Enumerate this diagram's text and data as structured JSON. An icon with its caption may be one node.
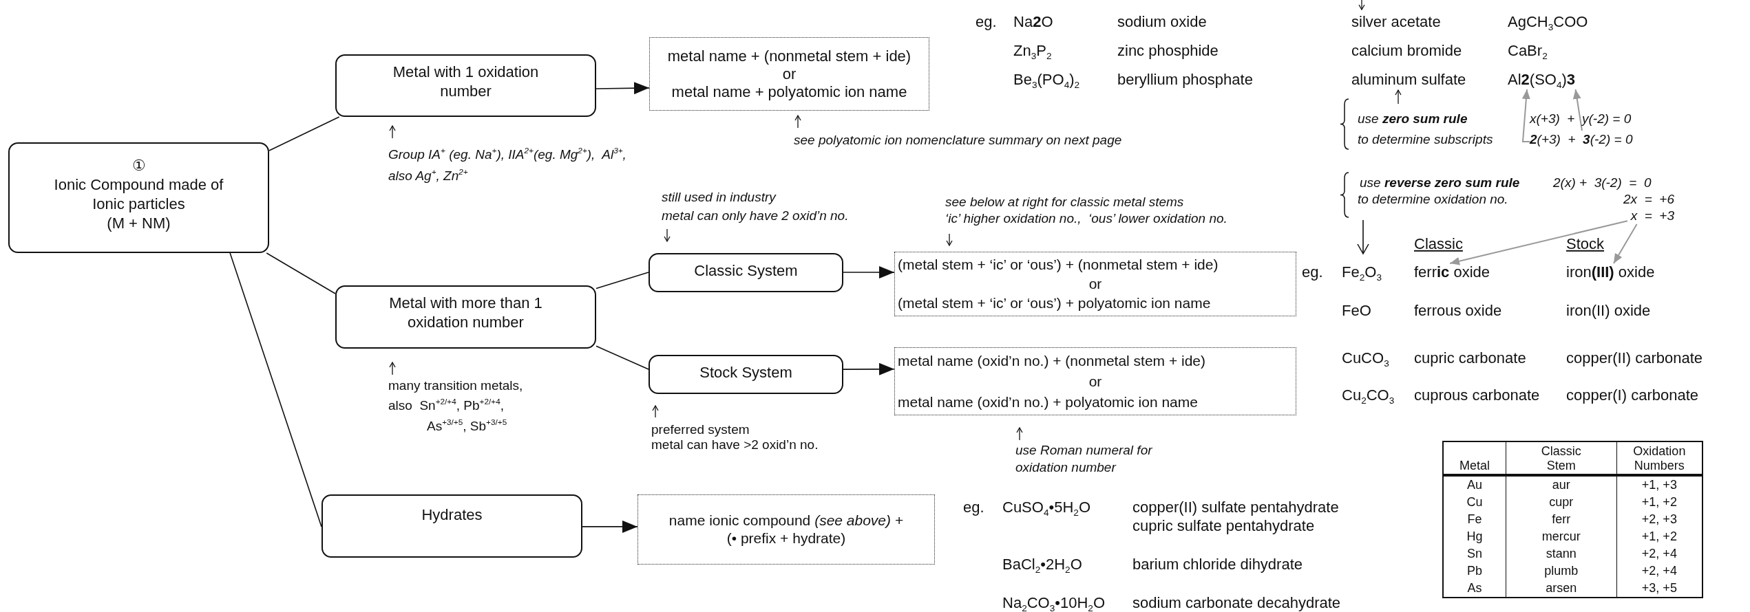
{
  "diagram": {
    "nodes": [
      {
        "text": [
          "①",
          "Ionic Compound made of Ionic particles",
          "(M + NM)"
        ]
      },
      {
        "text": [
          "Metal with 1 oxidation number"
        ]
      },
      {
        "text": [
          "metal name + (nonmetal stem + ide)",
          "or",
          "metal name + polyatomic ion name"
        ]
      },
      {
        "text": [
          "Metal with more than 1 oxidation number"
        ]
      },
      {
        "text": [
          "Classic System"
        ]
      },
      {
        "text": [
          "Stock System"
        ]
      },
      {
        "text": [
          "(metal stem + ‘ic’ or ‘ous’) + (nonmetal stem + ide)",
          "or",
          "(metal stem + ‘ic’ or ‘ous’) + polyatomic ion name"
        ]
      },
      {
        "text": [
          "metal name (oxid’n no.) + (nonmetal stem + ide)",
          "or",
          "metal name (oxid’n no.) + polyatomic ion name"
        ]
      },
      {
        "text": [
          "Hydrates"
        ]
      },
      {
        "text": [
          "name ionic compound *(see above)* +",
          "(• prefix + hydrate)"
        ]
      },
      {
        "text": [
          "Al**2**(SO$_{4}$)**3**"
        ]
      },
      {
        "text": [
          "**2**(+3)  +  **3**(-2) = 0"
        ]
      },
      {
        "text": [
          "x  =  +3"
        ]
      },
      {
        "text": [
          "ferr**ic** oxide"
        ]
      },
      {
        "text": [
          "iron**(III)** oxide"
        ]
      }
    ],
    "edges": [
      {
        "from": 0,
        "to": 1,
        "arrow": "none"
      },
      {
        "from": 0,
        "to": 3,
        "arrow": "none"
      },
      {
        "from": 0,
        "to": 8,
        "arrow": "none"
      },
      {
        "from": 1,
        "to": 2,
        "arrow": "to"
      },
      {
        "from": 3,
        "to": 4,
        "arrow": "none"
      },
      {
        "from": 3,
        "to": 5,
        "arrow": "none"
      },
      {
        "from": 4,
        "to": 6,
        "arrow": "to"
      },
      {
        "from": 5,
        "to": 7,
        "arrow": "to"
      },
      {
        "from": 8,
        "to": 9,
        "arrow": "to"
      },
      {
        "from": 11,
        "to": 10,
        "arrow": "to",
        "color": "#999999"
      },
      {
        "from": 11,
        "to": 10,
        "arrow": "to",
        "color": "#999999"
      },
      {
        "from": 12,
        "to": 13,
        "arrow": "to",
        "color": "#999999"
      },
      {
        "from": 12,
        "to": 14,
        "arrow": "to",
        "color": "#999999"
      }
    ],
    "labels": [
      "Group IA$^{+}$ (eg. Na$^{+}$), IIA$^{2+}$(eg. Mg$^{2+}$),  Al$^{3+}$,",
      "also Ag$^{+}$, Zn$^{2+}$",
      "see polyatomic ion nomenclature summary on next page",
      "still used in industry",
      "metal can only have 2 oxid’n no.",
      "see below at right for classic metal stems",
      "‘ic’ higher oxidation no.,  ‘ous’ lower oxidation no.",
      "many transition metals,",
      "also  Sn$^{+2/+4}$, Pb$^{+2/+4}$,",
      "As$^{+3/+5}$, Sb$^{+3/+5}$",
      "preferred system",
      "metal can have >2 oxid’n no.",
      "use Roman numeral for",
      "oxidation number",
      "eg.",
      "Na**2**O",
      "sodium oxide",
      "Zn$_{3}$P$_{2}$",
      "zinc phosphide",
      "Be$_{3}$(PO$_{4}$)$_{2}$",
      "beryllium phosphate",
      "silver acetate",
      "AgCH$_{3}$COO",
      "calcium bromide",
      "CaBr$_{2}$",
      "aluminum sulfate",
      "use **zero sum rule**",
      "to determine subscripts",
      "x(+3)  +  y(-2) = 0",
      "use **reverse zero sum rule**",
      "2(x) +  3(-2)  =  0",
      "to determine oxidation no.",
      "2x  =  +6",
      "Classic",
      "Stock",
      "eg.",
      "Fe$_{2}$O$_{3}$",
      "FeO",
      "ferrous oxide",
      "iron(II) oxide",
      "CuCO$_{3}$",
      "cupric carbonate",
      "copper(II) carbonate",
      "Cu$_{2}$CO$_{3}$",
      "cuprous carbonate",
      "copper(I) carbonate",
      "eg.",
      "CuSO$_{4}$•5H$_{2}$O",
      "copper(II) sulfate pentahydrate",
      "cupric sulfate pentahydrate",
      "BaCl$_{2}$•2H$_{2}$O",
      "barium chloride dihydrate",
      "Na$_{2}$CO$_{3}$•10H$_{2}$O",
      "sodium carbonate decahydrate",
      "Metal",
      "Classic Stem",
      "Oxidation Numbers",
      "Au",
      "aur",
      "+1, +3",
      "Cu",
      "cupr",
      "+1, +2",
      "Fe",
      "ferr",
      "+2, +3",
      "Hg",
      "mercur",
      "+1, +2",
      "Sn",
      "stann",
      "+2, +4",
      "Pb",
      "plumb",
      "+2, +4",
      "As",
      "arsen",
      "+3, +5"
    ]
  }
}
